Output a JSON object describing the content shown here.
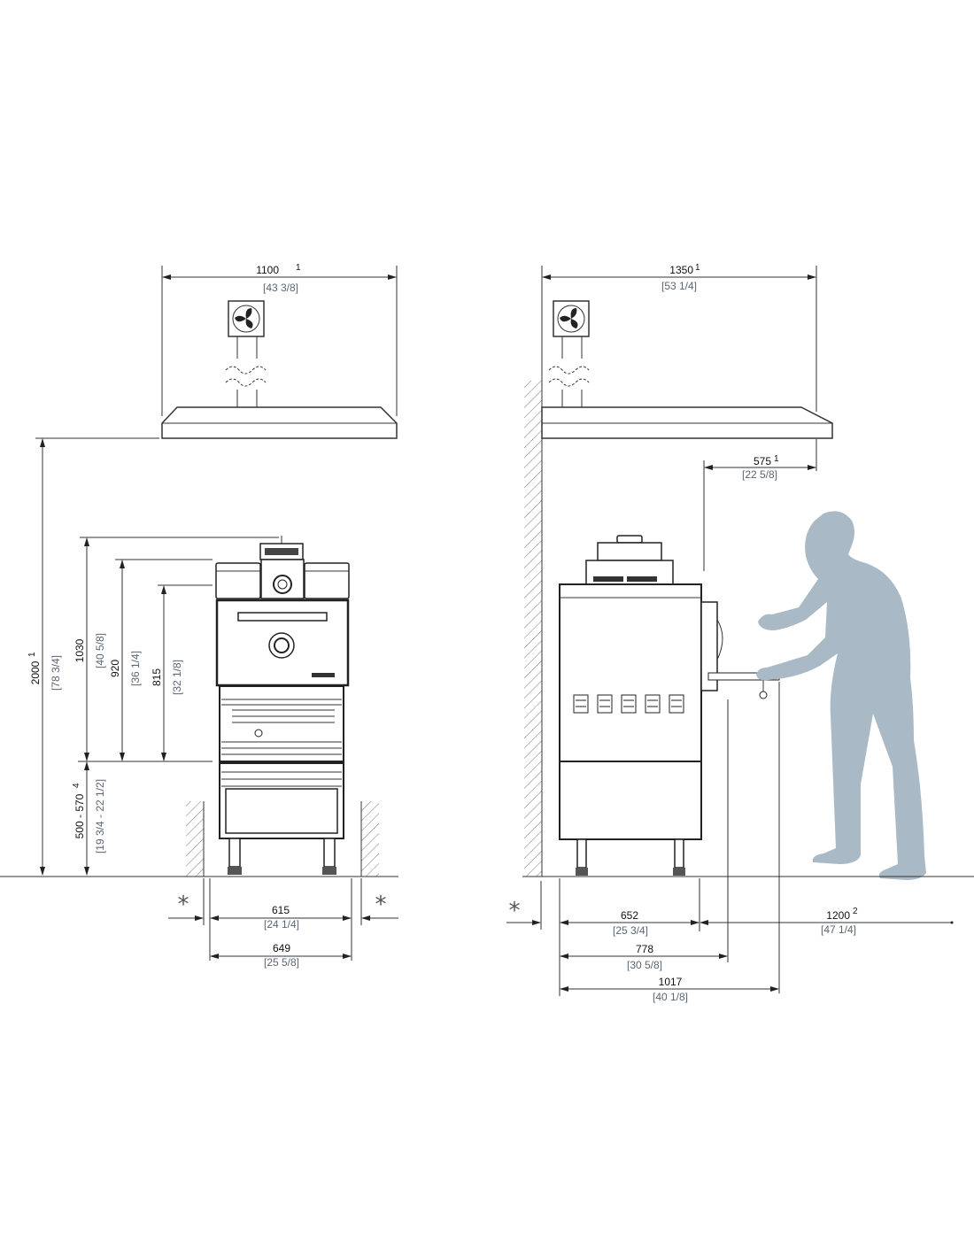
{
  "front_view": {
    "hood_width": {
      "value": "1100",
      "note": "1",
      "imperial": "[43 3/8]"
    },
    "total_height": {
      "value": "2000",
      "note": "1",
      "imperial": "[78 3/4]"
    },
    "height_1030": {
      "value": "1030",
      "imperial": "[40 5/8]"
    },
    "height_920": {
      "value": "920",
      "imperial": "[36 1/4]"
    },
    "height_815": {
      "value": "815",
      "imperial": "[32 1/8]"
    },
    "stand_height": {
      "value": "500 - 570",
      "note": "4",
      "imperial": "[19 3/4 - 22 1/2]"
    },
    "width_615": {
      "value": "615",
      "imperial": "[24 1/4]"
    },
    "width_649": {
      "value": "649",
      "imperial": "[25 5/8]"
    },
    "clearance_mark": "*"
  },
  "side_view": {
    "hood_depth": {
      "value": "1350",
      "note": "1",
      "imperial": "[53 1/4]"
    },
    "hood_overhang": {
      "value": "575",
      "note": "1",
      "imperial": "[22 5/8]"
    },
    "depth_652": {
      "value": "652",
      "imperial": "[25 3/4]"
    },
    "work_space": {
      "value": "1200",
      "note": "2",
      "imperial": "[47 1/4]"
    },
    "depth_778": {
      "value": "778",
      "imperial": "[30 5/8]"
    },
    "depth_1017": {
      "value": "1017",
      "imperial": "[40 1/8]"
    },
    "clearance_mark": "*"
  },
  "colors": {
    "line": "#333333",
    "person": "#a9b9c6",
    "imperial_text": "#5a6672"
  }
}
